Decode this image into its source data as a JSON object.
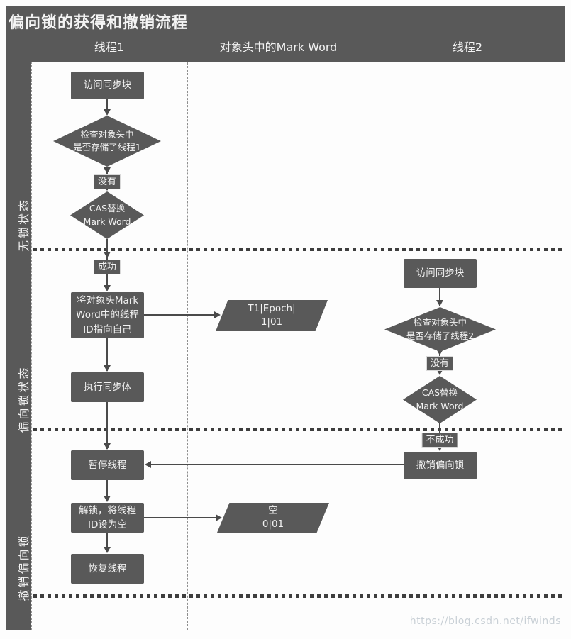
{
  "title": "偏向锁的获得和撤销流程",
  "watermark": "https://blog.csdn.net/ifwinds",
  "columns": [
    {
      "label": "线程1"
    },
    {
      "label": "对象头中的Mark Word"
    },
    {
      "label": "线程2"
    }
  ],
  "rows": [
    {
      "label": "无锁状态"
    },
    {
      "label": "偏向锁状态"
    },
    {
      "label": "撤销偏向锁"
    }
  ],
  "thread1": {
    "access": "访问同步块",
    "check": "检查对象头中\n是否存储了线程1",
    "no": "没有",
    "cas": "CAS替换\nMark Word",
    "success": "成功",
    "set_id": "将对象头Mark\nWord中的线程\nID指向自己",
    "exec": "执行同步体",
    "pause": "暂停线程",
    "unlock": "解锁，将线程\nID设为空",
    "resume": "恢复线程"
  },
  "markword": {
    "biased": "T1|Epoch|\n1|01",
    "empty": "空\n0|01"
  },
  "thread2": {
    "access": "访问同步块",
    "check": "检查对象头中\n是否存储了线程2",
    "no": "没有",
    "cas": "CAS替换\nMark Word",
    "fail": "不成功",
    "revoke": "撤销偏向锁"
  },
  "colors": {
    "node_fill": "#595959",
    "text": "#f2f2f2",
    "connector": "#4a4a4a",
    "watermark": "#c9d0d6"
  }
}
